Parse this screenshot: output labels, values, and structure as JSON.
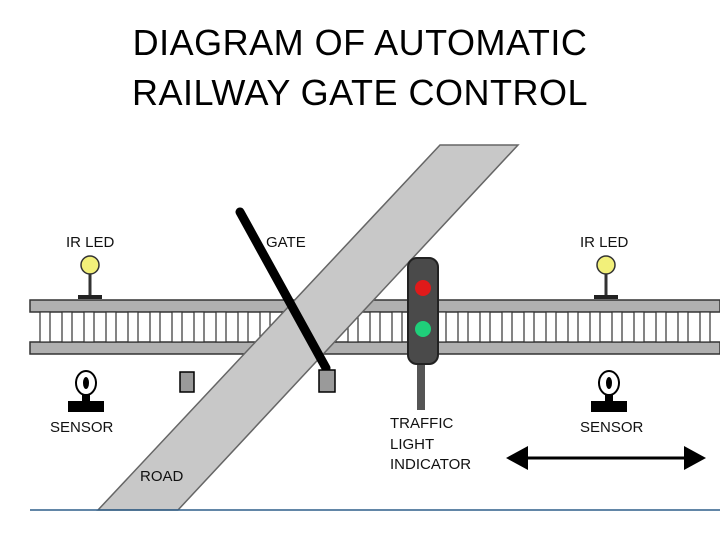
{
  "title": {
    "line1": "DIAGRAM OF AUTOMATIC",
    "line2": "RAILWAY GATE CONTROL"
  },
  "labels": {
    "ir_led_left": "IR LED",
    "ir_led_right": "IR LED",
    "gate": "GATE",
    "sensor_left": "SENSOR",
    "sensor_right": "SENSOR",
    "traffic_1": "TRAFFIC",
    "traffic_2": "LIGHT",
    "traffic_3": "INDICATOR",
    "road": "ROAD"
  },
  "colors": {
    "road": "#c8c8c8",
    "rail": "#b0b0b0",
    "signal_red": "#e01a1a",
    "signal_green": "#1fcf7a",
    "led": "#f2f07a",
    "signal_body": "#4a4a4a",
    "bottom_rule": "#2e5f8a"
  },
  "icons": [
    "ir-led-icon",
    "sensor-icon",
    "gate-barrier-icon",
    "traffic-light-icon",
    "double-arrow-icon"
  ]
}
